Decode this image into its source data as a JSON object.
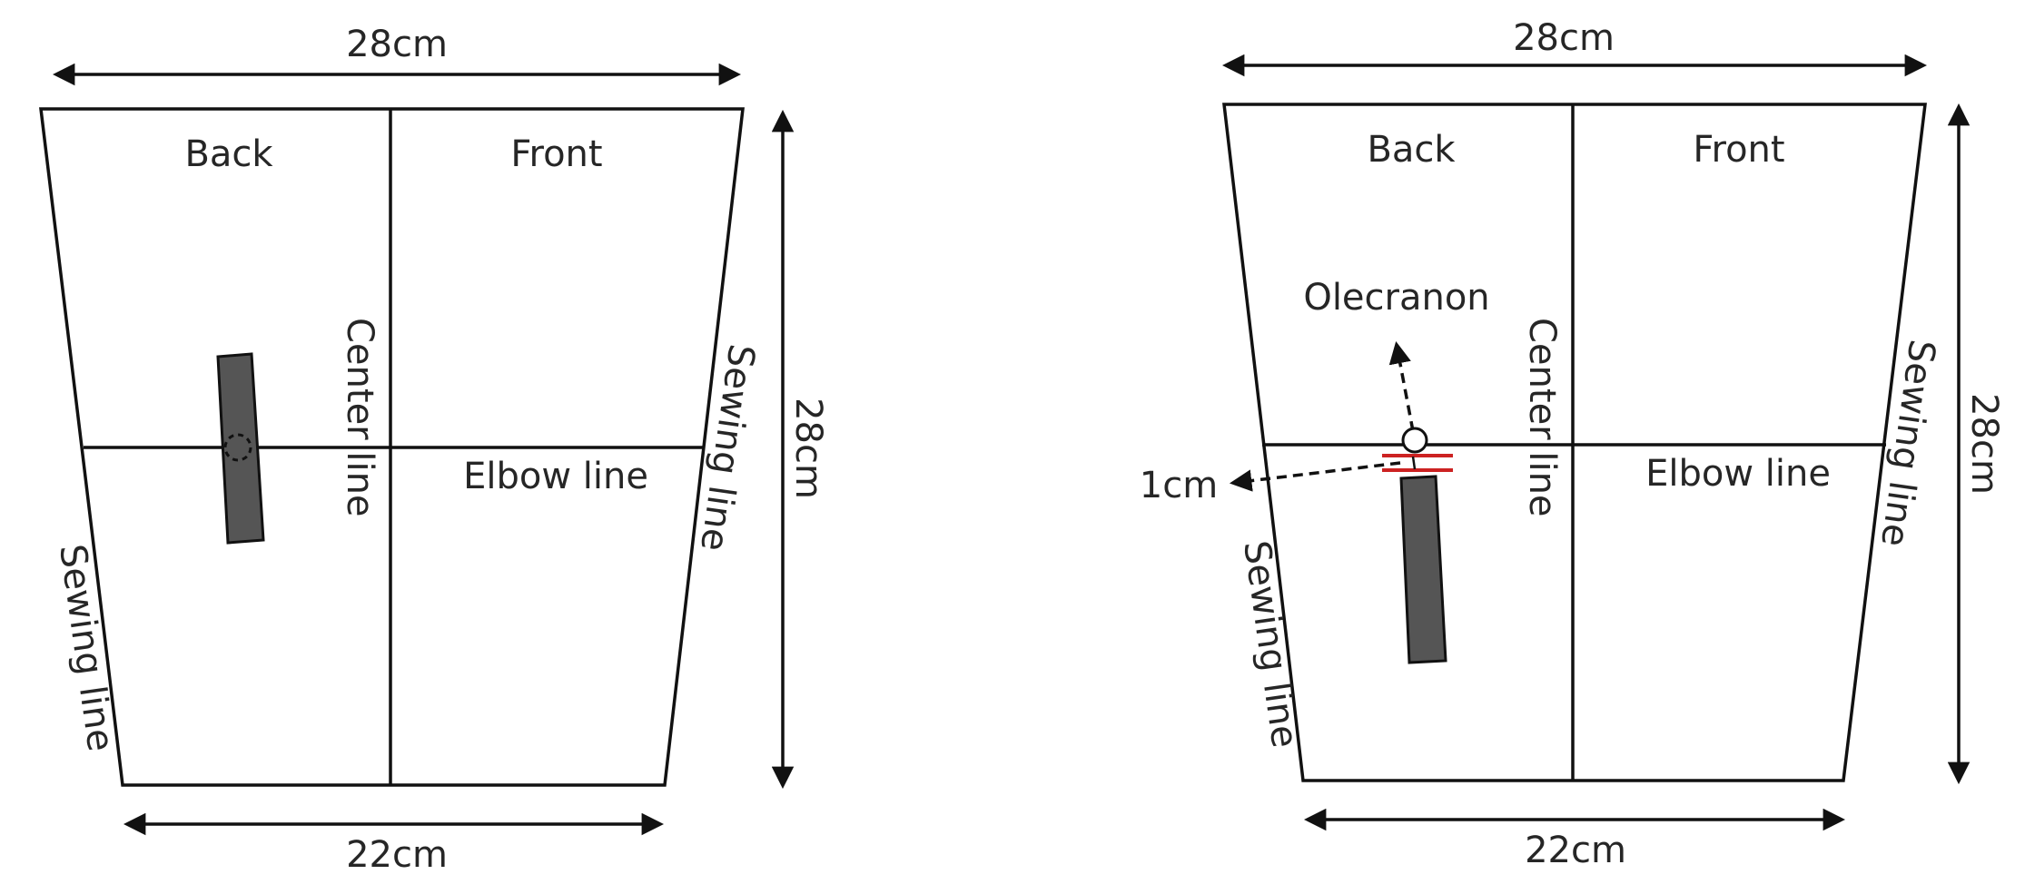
{
  "panels": [
    {
      "width_top_label": "28cm",
      "width_bottom_label": "22cm",
      "height_label": "28cm",
      "quadrant_labels": {
        "back": "Back",
        "front": "Front"
      },
      "center_line_label": "Center line",
      "elbow_line_label": "Elbow line",
      "sewing_line_label": "Sewing line"
    },
    {
      "width_top_label": "28cm",
      "width_bottom_label": "22cm",
      "height_label": "28cm",
      "quadrant_labels": {
        "back": "Back",
        "front": "Front"
      },
      "center_line_label": "Center line",
      "elbow_line_label": "Elbow line",
      "sewing_line_label": "Sewing line",
      "olecranon_label": "Olecranon",
      "offset_label": "1cm"
    }
  ],
  "colors": {
    "line": "#111111",
    "text": "#262626",
    "sensor": "#555555",
    "marker": "#cc2222"
  }
}
